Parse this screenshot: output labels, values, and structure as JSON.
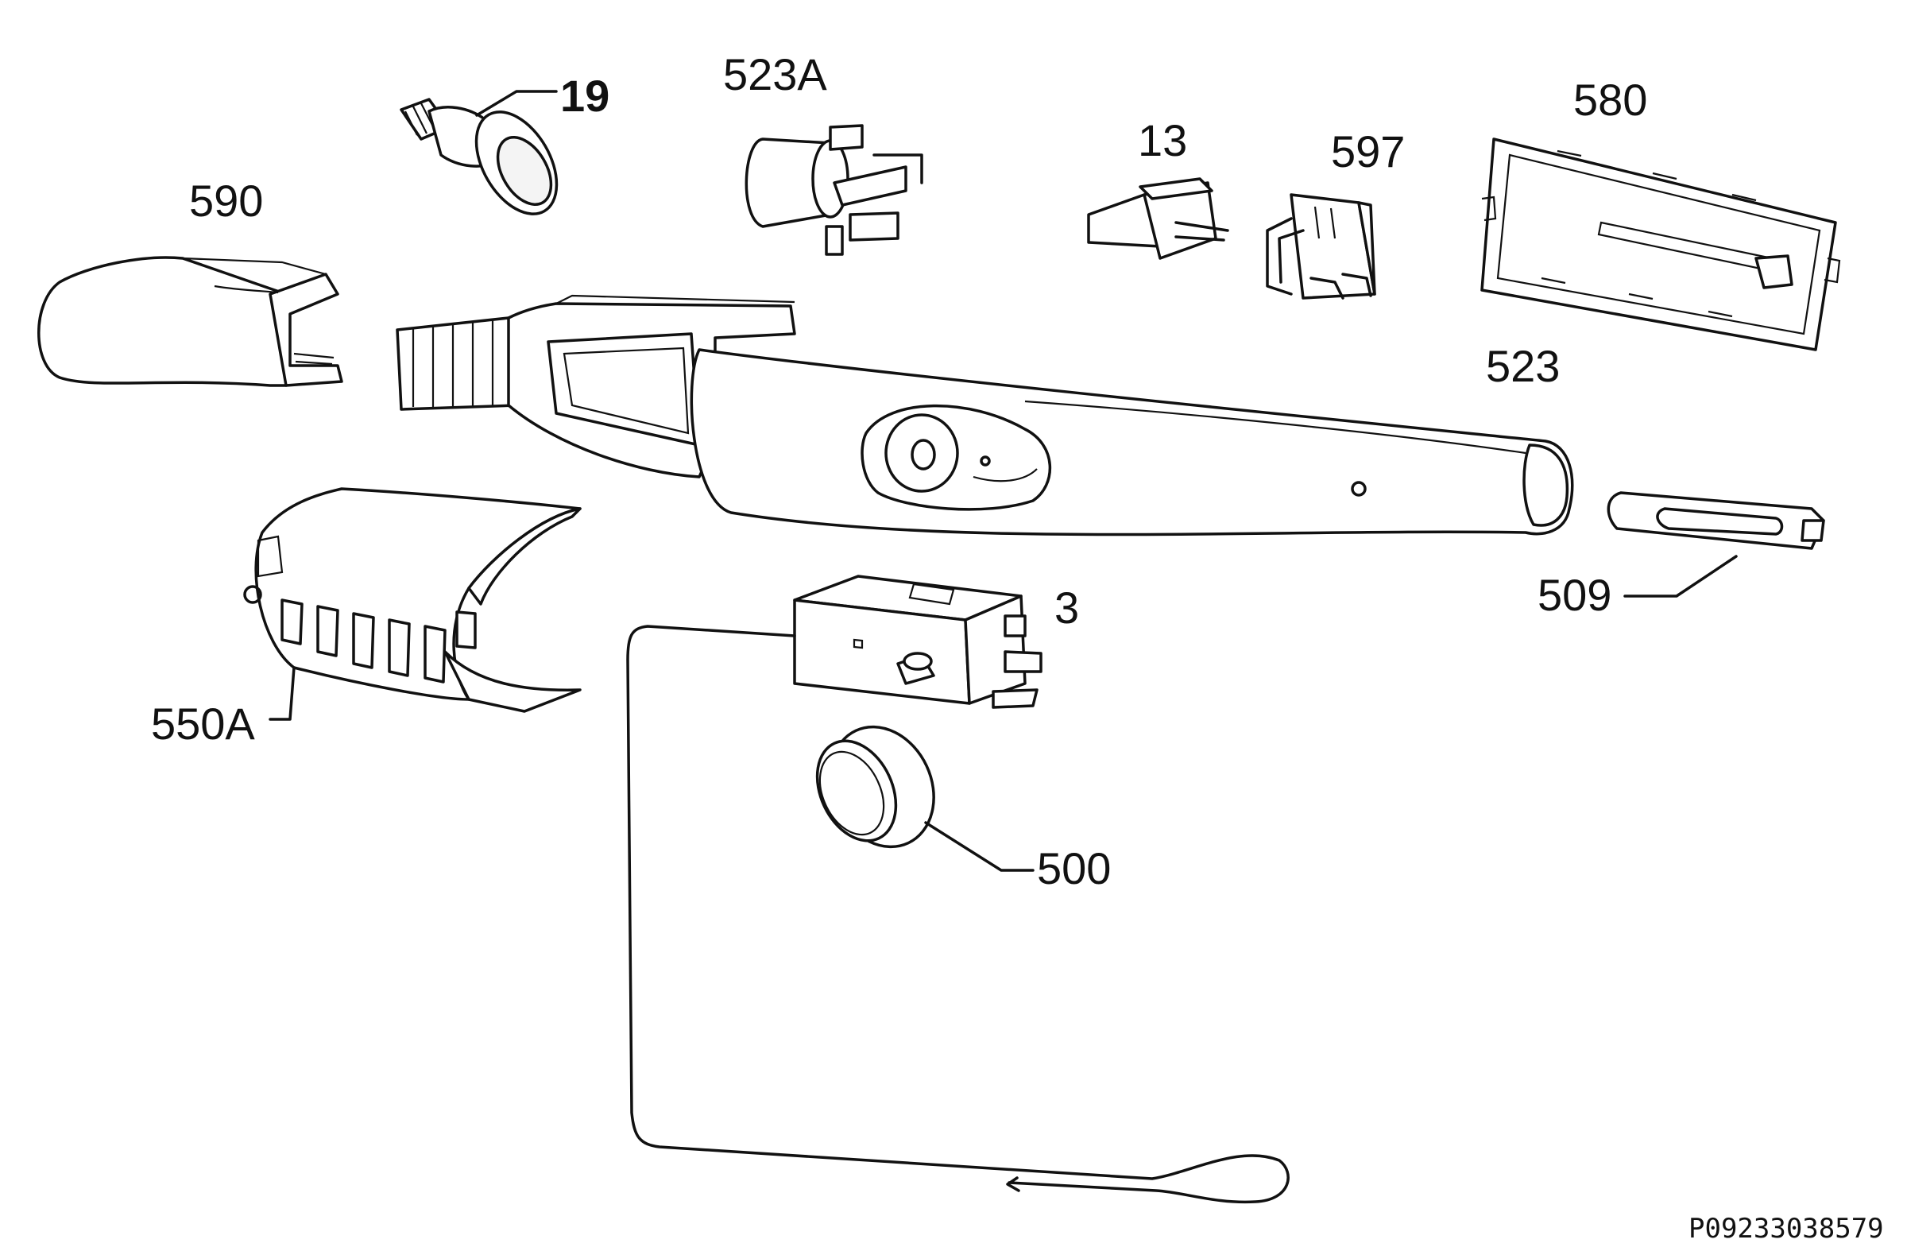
{
  "labels": {
    "p19": "19",
    "p523A": "523A",
    "p13": "13",
    "p597": "597",
    "p580": "580",
    "p590": "590",
    "p523": "523",
    "p509": "509",
    "p3": "3",
    "p550A": "550A",
    "p500": "500"
  },
  "footer": {
    "drawing_code": "P09233038579"
  },
  "colors": {
    "line": "#111111",
    "background": "#ffffff"
  }
}
